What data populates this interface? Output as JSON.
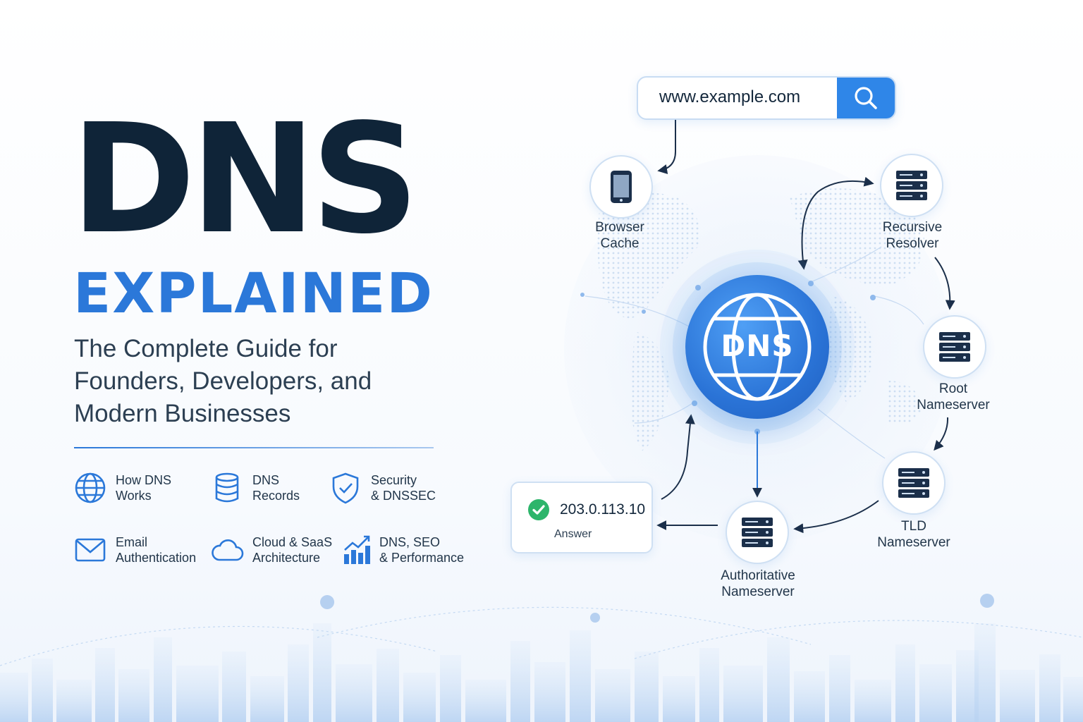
{
  "hero": {
    "title": "DNS",
    "subtitle": "EXPLAINED",
    "tagline": [
      "The Complete Guide for",
      "Founders, Developers, and",
      "Modern Businesses"
    ]
  },
  "features": [
    {
      "icon": "globe-icon",
      "lines": [
        "How DNS",
        "Works"
      ]
    },
    {
      "icon": "database-icon",
      "lines": [
        "DNS",
        "Records"
      ]
    },
    {
      "icon": "shield-check-icon",
      "lines": [
        "Security",
        "& DNSSEC"
      ]
    },
    {
      "icon": "envelope-icon",
      "lines": [
        "Email",
        "Authentication"
      ]
    },
    {
      "icon": "cloud-icon",
      "lines": [
        "Cloud & SaaS",
        "Architecture"
      ]
    },
    {
      "icon": "bar-chart-icon",
      "lines": [
        "DNS, SEO",
        "& Performance"
      ]
    }
  ],
  "search": {
    "url": "www.example.com",
    "icon": "search-icon"
  },
  "core": {
    "label": "DNS",
    "icon": "globe-icon"
  },
  "nodes": {
    "browser": {
      "icon": "phone-icon",
      "lines": [
        "Browser",
        "Cache"
      ]
    },
    "recursive": {
      "icon": "server-icon",
      "lines": [
        "Recursive",
        "Resolver"
      ]
    },
    "root": {
      "icon": "server-icon",
      "lines": [
        "Root",
        "Nameserver"
      ]
    },
    "tld": {
      "icon": "server-icon",
      "lines": [
        "TLD",
        "Nameserver"
      ]
    },
    "authoritative": {
      "icon": "server-icon",
      "lines": [
        "Authoritative",
        "Nameserver"
      ]
    }
  },
  "answer": {
    "ip": "203.0.113.10",
    "label": "Answer",
    "icon": "check-circle-icon"
  },
  "colors": {
    "navy": "#0f2438",
    "accent": "#2b78d9",
    "success": "#2db56b",
    "line": "#1b2f4a"
  }
}
